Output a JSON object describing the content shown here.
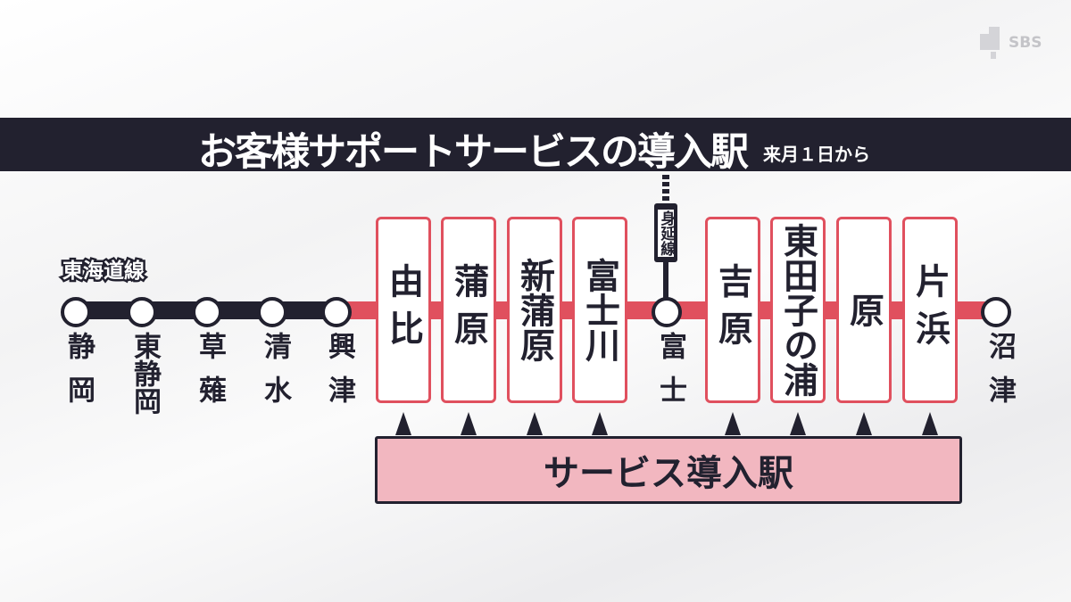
{
  "logo": {
    "text": "SBS"
  },
  "header": {
    "title": "お客様サポートサービスの導入駅",
    "subtitle": "来月１日から"
  },
  "line_name": "東海道線",
  "branch_line": "身延線",
  "plain_stations_left": [
    "静岡",
    "東静岡",
    "草薙",
    "清水",
    "興津"
  ],
  "service_stations_a": [
    "由比",
    "蒲原",
    "新蒲原",
    "富士川"
  ],
  "junction_station": "富士",
  "service_stations_b": [
    "吉原",
    "東田子の浦",
    "原",
    "片浜"
  ],
  "end_station": "沼津",
  "service_label": "サービス導入駅",
  "colors": {
    "dark": "#22212f",
    "accent_red": "#e0505e",
    "service_pink": "#f2b7c0"
  }
}
